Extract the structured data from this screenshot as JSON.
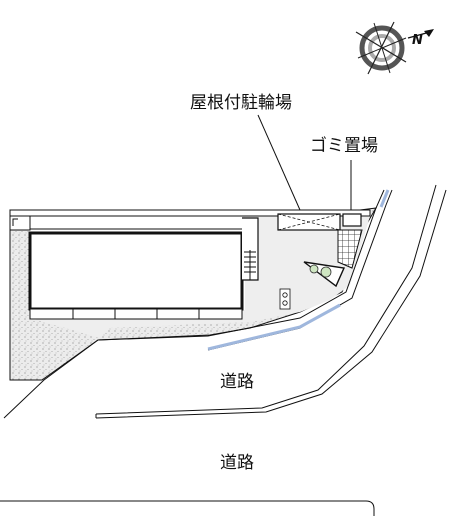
{
  "labels": {
    "bike_parking": "屋根付駐輪場",
    "garbage": "ゴミ置場",
    "road_upper": "道路",
    "road_lower": "道路"
  },
  "compass": {
    "north_letter": "N"
  },
  "colors": {
    "line": "#111111",
    "stipple_bg": "#ececec",
    "paved": "#eeeeee",
    "water_strip": "#9fb7dd"
  }
}
